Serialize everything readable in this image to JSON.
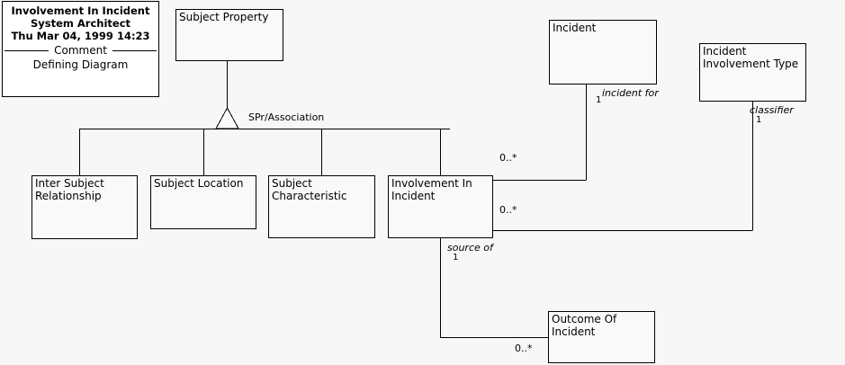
{
  "diagram": {
    "type": "uml-class-diagram",
    "background_color": "#f7f7f7",
    "line_color": "#000000",
    "title_box": {
      "line1": "Involvement In Incident",
      "line2": "System Architect",
      "line3": "Thu Mar 04, 1999  14:23",
      "divider_label": "Comment",
      "body": "Defining Diagram"
    },
    "nodes": [
      {
        "id": "subject-property",
        "label": "Subject Property"
      },
      {
        "id": "inter-subject-relationship",
        "label": "Inter Subject\nRelationship"
      },
      {
        "id": "subject-location",
        "label": "Subject Location"
      },
      {
        "id": "subject-characteristic",
        "label": "Subject\nCharacteristic"
      },
      {
        "id": "involvement-in-incident",
        "label": "Involvement In\nIncident"
      },
      {
        "id": "incident",
        "label": "Incident"
      },
      {
        "id": "incident-involvement-type",
        "label": "Incident\nInvolvement Type"
      },
      {
        "id": "outcome-of-incident",
        "label": "Outcome Of\nIncident"
      }
    ],
    "edge_labels": {
      "generalization": "SPr/Association",
      "incident_for": "incident for",
      "incident_for_mult": "1",
      "classifier": "classifier",
      "classifier_mult": "1",
      "source_of": "source of",
      "source_of_mult": "1",
      "mult_incident": "0..*",
      "mult_type": "0..*",
      "mult_outcome": "0..*"
    }
  }
}
